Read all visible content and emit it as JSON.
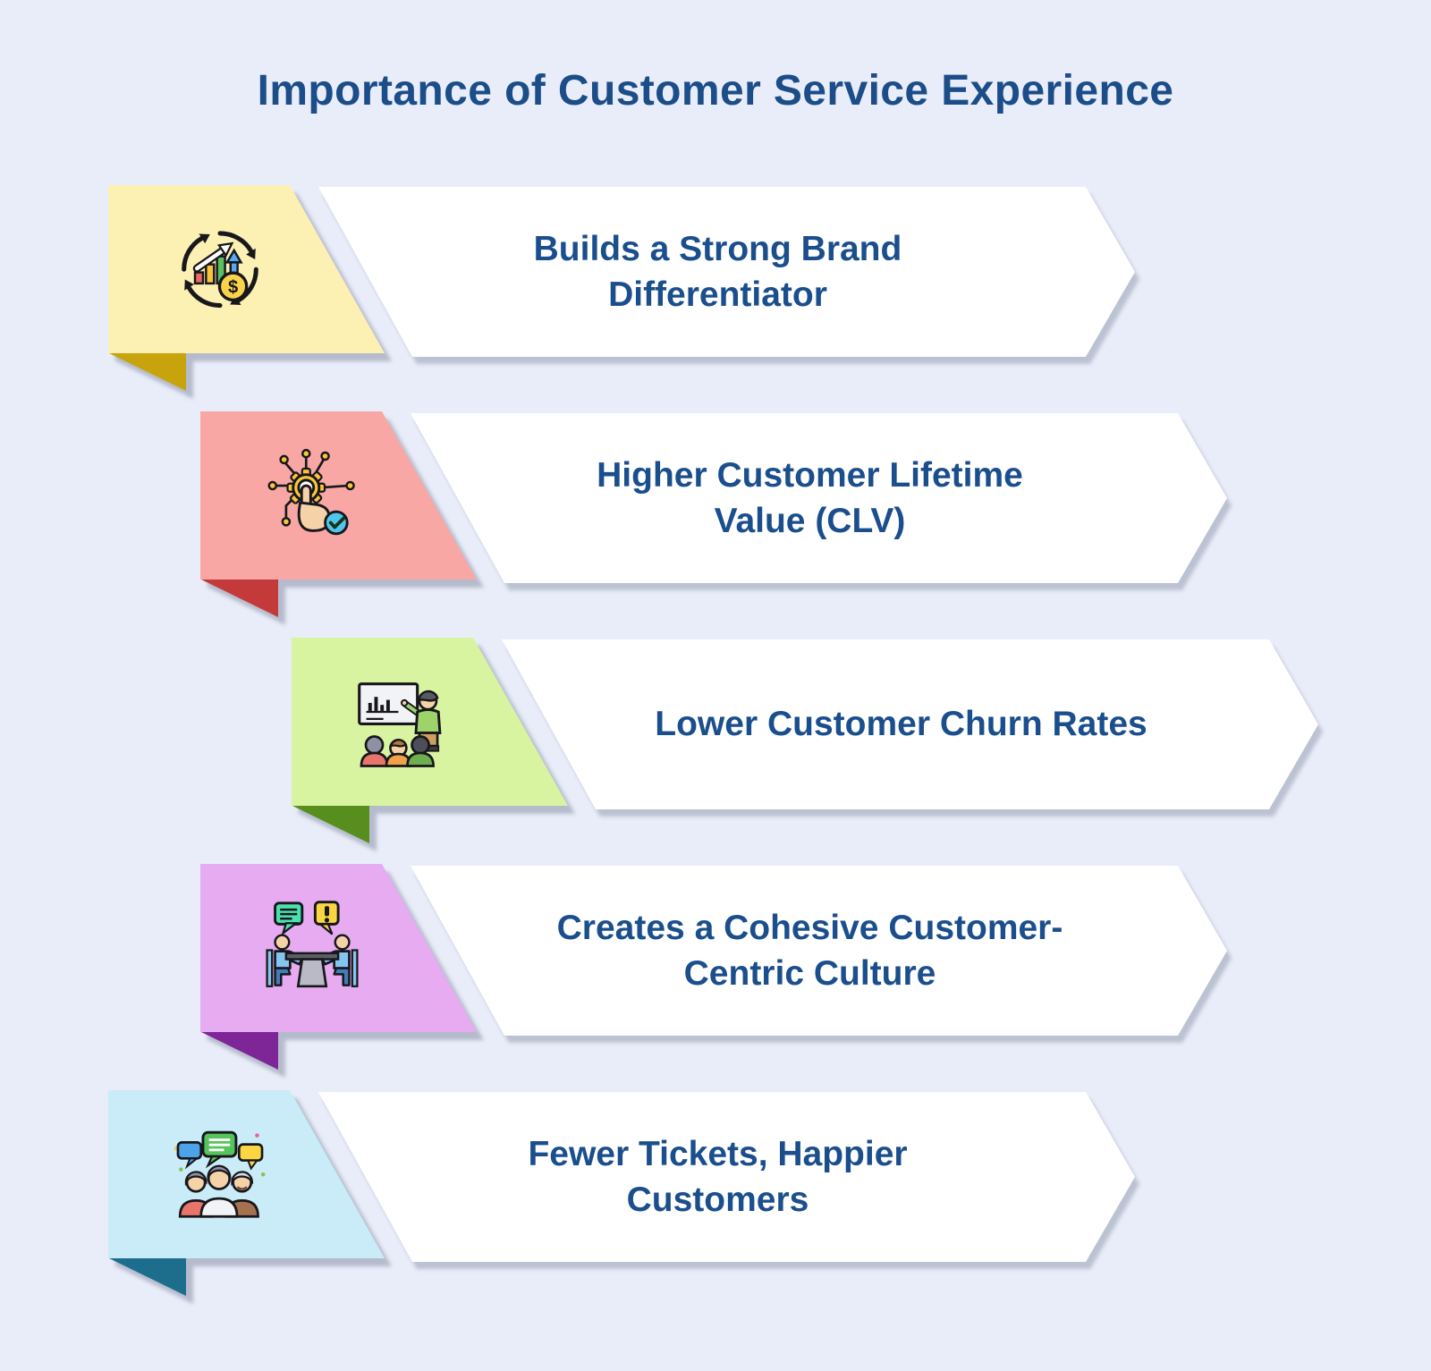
{
  "title": "Importance of Customer Service Experience",
  "colors": {
    "background": "#e9edf9",
    "title_text": "#1b4d89",
    "label_text": "#1a4e8c",
    "banner_fill": "#ffffff"
  },
  "rows": [
    {
      "label_lines": [
        "Builds a Strong Brand",
        "Differentiator"
      ],
      "icon": "growth-cycle-icon",
      "box_color": "#fdf0b3",
      "fold_color": "#c7a40b"
    },
    {
      "label_lines": [
        "Higher Customer Lifetime",
        "Value (CLV)"
      ],
      "icon": "automation-touch-icon",
      "box_color": "#f9a7a5",
      "fold_color": "#c4393a"
    },
    {
      "label_lines": [
        "Lower Customer Churn Rates"
      ],
      "icon": "presentation-icon",
      "box_color": "#d9f4a1",
      "fold_color": "#578e1d"
    },
    {
      "label_lines": [
        "Creates a Cohesive Customer-",
        "Centric Culture"
      ],
      "icon": "discussion-icon",
      "box_color": "#e6abf0",
      "fold_color": "#7e2597"
    },
    {
      "label_lines": [
        "Fewer Tickets, Happier",
        "Customers"
      ],
      "icon": "group-chat-icon",
      "box_color": "#c9ecf8",
      "fold_color": "#1d6e8c"
    }
  ]
}
